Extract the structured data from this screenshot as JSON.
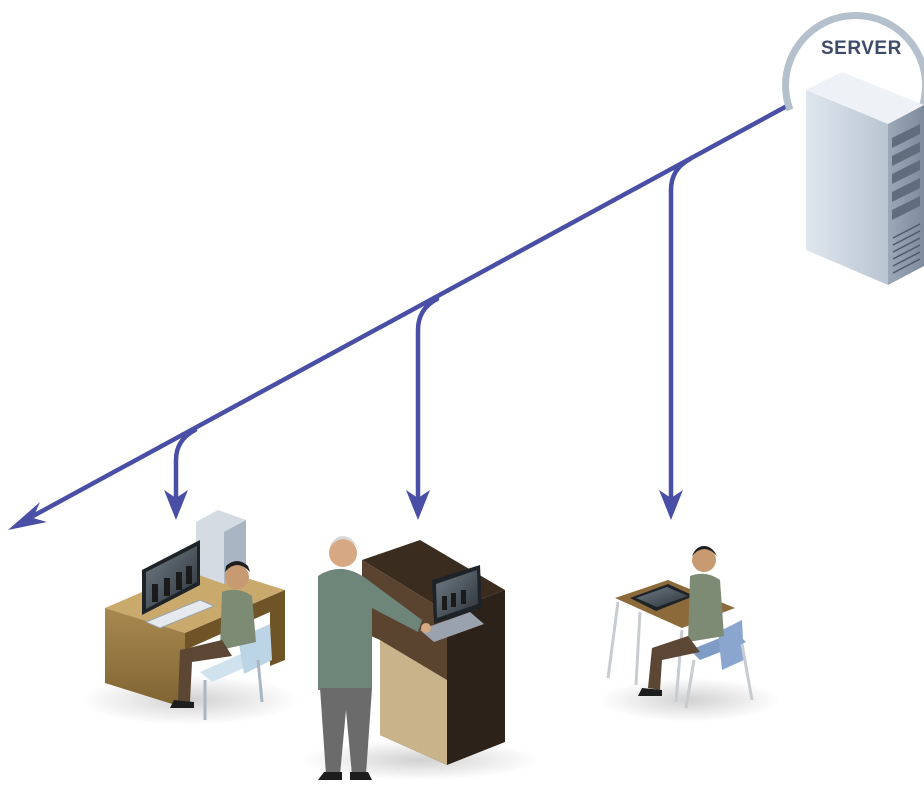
{
  "server": {
    "label": "SERVER"
  },
  "network": {
    "line_color": "#4a4fa6"
  },
  "clients": [
    {
      "id": "desktop-workstation"
    },
    {
      "id": "podium-laptop"
    },
    {
      "id": "student-tablet-desk"
    }
  ]
}
